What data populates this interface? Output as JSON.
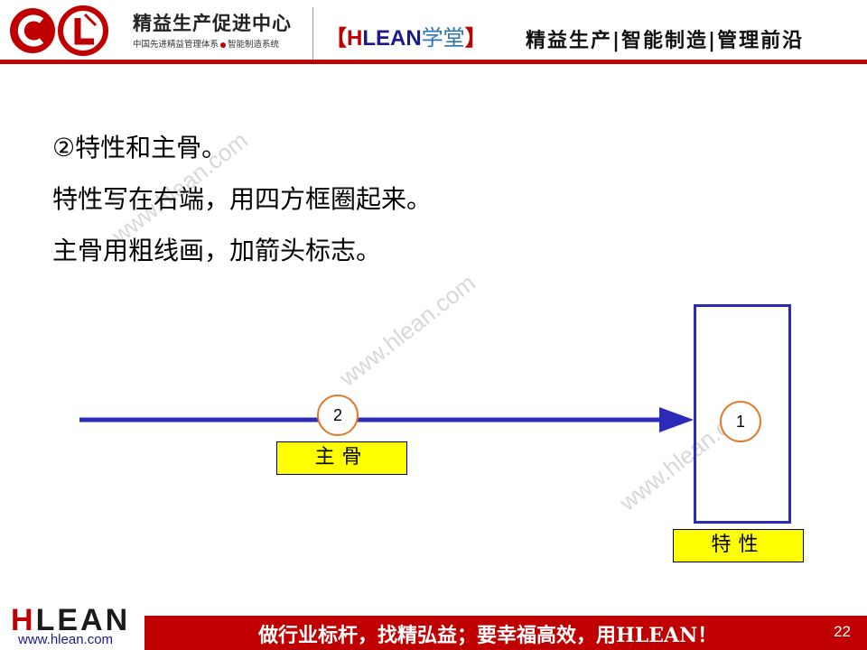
{
  "header": {
    "org_title": "精益生产促进中心",
    "org_sub_left": "中国先进精益管理体系",
    "org_sub_right": "智能制造系统",
    "brand_open": "【",
    "brand_h": "H",
    "brand_lean": "LEAN",
    "brand_xt": "学堂",
    "brand_close": "】",
    "tagline": "精益生产|智能制造|管理前沿"
  },
  "body": {
    "lines": [
      "②特性和主骨。",
      "特性写在右端，用四方框圈起来。",
      "主骨用粗线画，加箭头标志。"
    ]
  },
  "diagram": {
    "circle_1": "1",
    "circle_2": "2",
    "box_main_bone": "主骨",
    "box_effect": "特性",
    "line_color": "#2b2bb8",
    "circle_border_color": "#e07b2a",
    "box_fill": "#ffff00"
  },
  "watermark": "www.hlean.com",
  "footer": {
    "logo_h": "H",
    "logo_rest": "LEAN",
    "url": "www.hlean.com",
    "slogan": "做行业标杆，找精弘益；要幸福高效，用HLEAN！",
    "page_number": "22"
  },
  "colors": {
    "accent_red": "#c00000",
    "navy": "#1a1a8c"
  }
}
